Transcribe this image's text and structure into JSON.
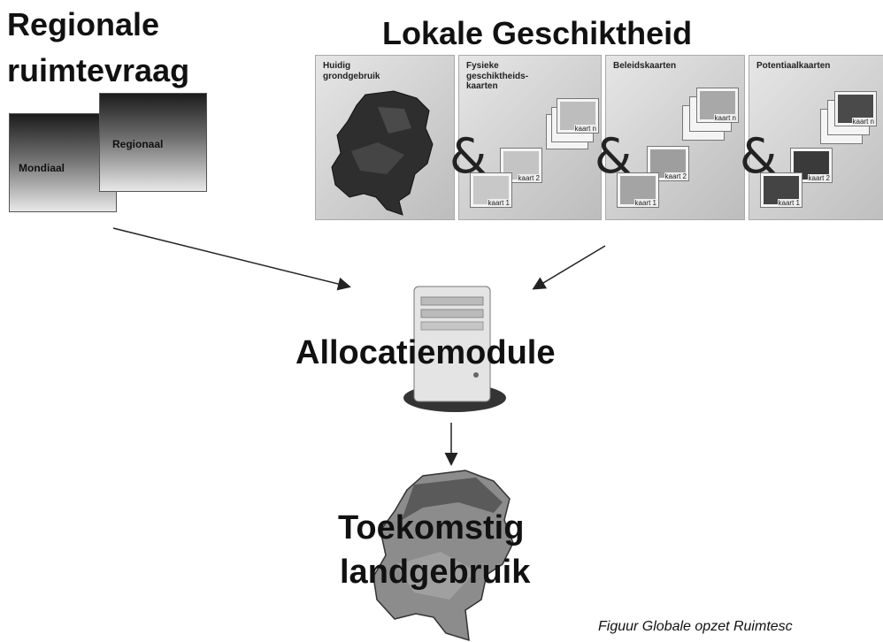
{
  "titles": {
    "regionale_line1": "Regionale",
    "regionale_line2": "ruimtevraag",
    "lokale": "Lokale Geschiktheid",
    "allocatie": "Allocatiemodule",
    "toekomstig_line1": "Toekomstig",
    "toekomstig_line2": "landgebruik"
  },
  "demand_boxes": {
    "mondiaal": "Mondiaal",
    "regionaal": "Regionaal"
  },
  "panels": [
    {
      "title_line1": "Huidig",
      "title_line2": "grondgebruik",
      "title_line3": ""
    },
    {
      "title_line1": "Fysieke",
      "title_line2": "geschiktheids-",
      "title_line3": "kaarten"
    },
    {
      "title_line1": "Beleidskaarten",
      "title_line2": "",
      "title_line3": ""
    },
    {
      "title_line1": "Potentiaalkaarten",
      "title_line2": "",
      "title_line3": ""
    }
  ],
  "ampersand": "&",
  "card_labels": {
    "kaart1": "kaart 1",
    "kaart2": "kaart 2",
    "kaartn": "kaart n"
  },
  "caption": "Figuur  Globale opzet Ruimtesc",
  "colors": {
    "text": "#111111",
    "panel_bg": "#d0d0d0",
    "map_dark": "#2a2a2a"
  }
}
